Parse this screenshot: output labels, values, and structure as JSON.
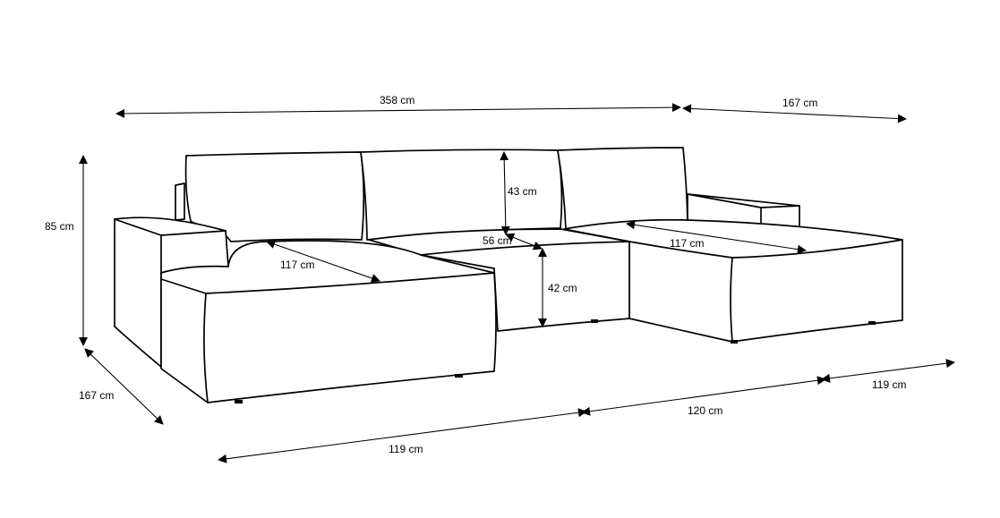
{
  "dimensions": {
    "top_width": "358 cm",
    "top_chaise_width": "167 cm",
    "height": "85 cm",
    "backrest_height": "43 cm",
    "seat_depth": "56 cm",
    "seat_height": "42 cm",
    "left_chaise_length": "117 cm",
    "right_chaise_length": "117 cm",
    "left_depth": "167 cm",
    "bottom_left": "119 cm",
    "bottom_middle": "120 cm",
    "bottom_right": "119 cm"
  }
}
